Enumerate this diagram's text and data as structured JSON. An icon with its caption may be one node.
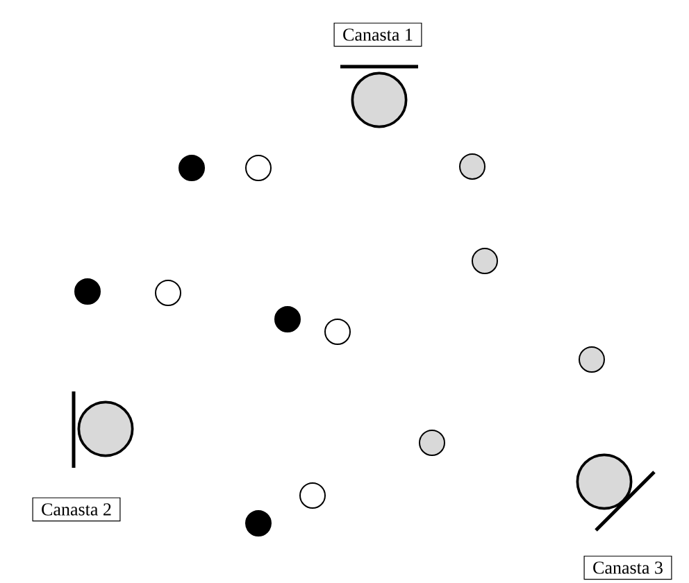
{
  "diagram": {
    "nodes": [
      {
        "text": [
          "Canasta 1"
        ]
      },
      {
        "text": [
          "Canasta 2"
        ]
      },
      {
        "text": [
          "Canasta 3"
        ]
      }
    ]
  }
}
